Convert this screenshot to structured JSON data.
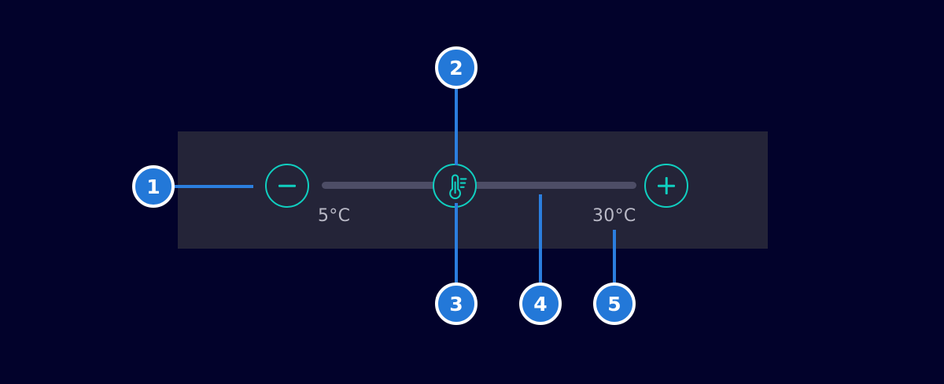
{
  "screen": {
    "background_color": "#02022b",
    "panel_color": "#242438"
  },
  "panel": {
    "name": "temperature-slider-panel",
    "accent_color": "#10cfc0",
    "track_color": "#4d4d66",
    "controls": {
      "decrease_label": "−",
      "decrease_name": "decrease-temperature-button",
      "increase_label": "+",
      "increase_name": "increase-temperature-button",
      "handle_icon": "thermometer-icon"
    },
    "range": {
      "min_label": "5°C",
      "max_label": "30°C",
      "min_value": 5,
      "max_value": 30,
      "current_value": 17,
      "unit": "°C"
    }
  },
  "callouts": [
    {
      "id": "1",
      "label": "1",
      "target": "decrease-temperature-button"
    },
    {
      "id": "2",
      "label": "2",
      "target": "slider-handle-top"
    },
    {
      "id": "3",
      "label": "3",
      "target": "slider-handle-bottom"
    },
    {
      "id": "4",
      "label": "4",
      "target": "slider-track"
    },
    {
      "id": "5",
      "label": "5",
      "target": "max-temperature-label"
    }
  ],
  "colors": {
    "badge_fill": "#2378d8",
    "badge_ring": "#ffffff",
    "leader_line": "#2b7ede",
    "label_text": "#b9b9c6"
  }
}
